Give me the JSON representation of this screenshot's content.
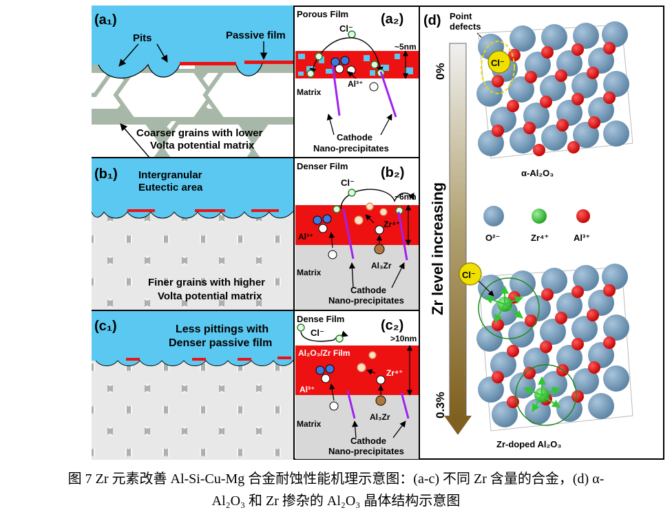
{
  "panels": {
    "a1": {
      "tag": "(a₁)",
      "pits": "Pits",
      "passive_film": "Passive film",
      "note_line1": "Coarser grains with lower",
      "note_line2": "Volta potential matrix"
    },
    "a2": {
      "tag": "(a₂)",
      "film": "Porous Film",
      "cl": "Cl⁻",
      "thickness": "~5nm",
      "matrix": "Matrix",
      "al": "Al³⁺",
      "cathode": "Cathode",
      "nano": "Nano-precipitates"
    },
    "b1": {
      "tag": "(b₁)",
      "eutectic_line1": "Intergranular",
      "eutectic_line2": "Eutectic area",
      "note_line1": "Finer grains with higher",
      "note_line2": "Volta potential matrix"
    },
    "b2": {
      "tag": "(b₂)",
      "film": "Denser Film",
      "cl": "Cl⁻",
      "thickness": "~6nm",
      "al": "Al³⁺",
      "zr": "Zr⁴⁺",
      "al3zr": "Al₃Zr",
      "matrix": "Matrix",
      "cathode": "Cathode",
      "nano": "Nano-precipitates"
    },
    "c1": {
      "tag": "(c₁)",
      "note_line1": "Less pittings with",
      "note_line2": "Denser passive film"
    },
    "c2": {
      "tag": "(c₂)",
      "film": "Dense Film",
      "cl": "Cl⁻",
      "thickness": ">10nm",
      "film_label": "Al₂O₃/Zr Film",
      "al": "Al³⁺",
      "zr": "Zr⁴⁺",
      "al3zr": "Al₃Zr",
      "matrix": "Matrix",
      "cathode": "Cathode",
      "nano": "Nano-precipitates"
    },
    "d": {
      "tag": "(d)",
      "point_line1": "Point",
      "point_line2": "defects",
      "cl": "Cl⁻",
      "top_percent": "0%",
      "bottom_percent": "0.3%",
      "arrow_label": "Zr level increasing",
      "crystal1": "α-Al₂O₃",
      "crystal2": "Zr-doped Al₂O₃",
      "legend": [
        {
          "label": "O²⁻",
          "color": "#6e96b4"
        },
        {
          "label": "Zr⁴⁺",
          "color": "#30c830"
        },
        {
          "label": "Al³⁺",
          "color": "#dd1111"
        }
      ]
    }
  },
  "colors": {
    "solution": "#5ac8f0",
    "film": "#ee1111",
    "matrix": "#d8d8d8",
    "grain_border": "#a8b8a8",
    "precipitate": "#a020f0",
    "oxygen": "#6e96b4",
    "aluminium": "#dd1111",
    "zirconium": "#30c830",
    "al_ion": "#3c7ae0",
    "zr_ion": "#f5a050",
    "al3zr": "#b07840",
    "cl_ion": "#f0e000"
  },
  "caption": {
    "line1": "图 7 Zr 元素改善 Al-Si-Cu-Mg 合金耐蚀性能机理示意图：(a-c) 不同 Zr 含量的合金，(d) α-",
    "line2": "Al₂O₃ 和 Zr 掺杂的 Al₂O₃ 晶体结构示意图"
  }
}
